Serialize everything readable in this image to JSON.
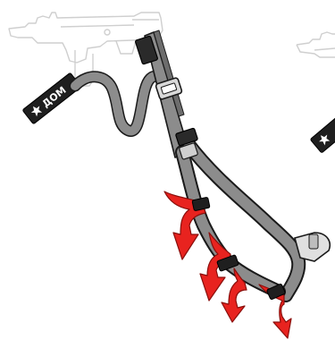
{
  "illustration": {
    "tag_left": {
      "text": "ДОМ",
      "icon": "star-icon"
    },
    "tag_right": {
      "icon": "star-icon"
    },
    "arrows": {
      "count": 4,
      "direction": "down",
      "color": "#e8231f"
    },
    "colors": {
      "strap": "#8c8c8c",
      "strap_outline": "#1a1a1a",
      "gun_outline": "#cfcfcf",
      "arrow": "#e8231f",
      "tag": "#1f1f1f"
    }
  }
}
